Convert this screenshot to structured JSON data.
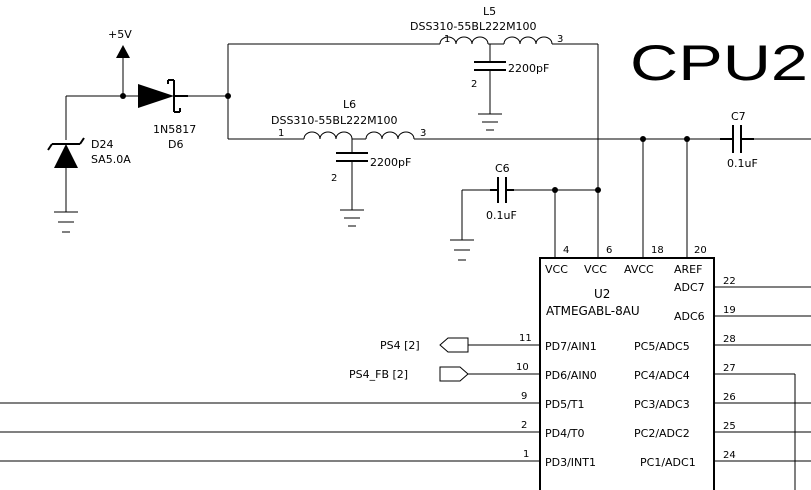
{
  "title": "CPU2",
  "power": {
    "net": "+5V"
  },
  "tvs": {
    "ref": "D24",
    "value": "SA5.0A"
  },
  "diode": {
    "part": "1N5817",
    "ref": "D6"
  },
  "inductors": [
    {
      "ref": "L5",
      "part": "DSS310-55BL222M100",
      "pin1": "1",
      "pin3": "3",
      "cap_value": "2200pF",
      "cap_pin": "2"
    },
    {
      "ref": "L6",
      "part": "DSS310-55BL222M100",
      "pin1": "1",
      "pin3": "3",
      "cap_value": "2200pF",
      "cap_pin": "2"
    }
  ],
  "capacitors": [
    {
      "ref": "C6",
      "value": "0.1uF"
    },
    {
      "ref": "C7",
      "value": "0.1uF"
    }
  ],
  "chip": {
    "ref": "U2",
    "part": "ATMEGABL-8AU",
    "top_pins": [
      {
        "num": "4",
        "name": "VCC"
      },
      {
        "num": "6",
        "name": "VCC"
      },
      {
        "num": "18",
        "name": "AVCC"
      },
      {
        "num": "20",
        "name": "AREF"
      }
    ],
    "left_pins": [
      {
        "num": "11",
        "name": "PD7/AIN1"
      },
      {
        "num": "10",
        "name": "PD6/AIN0"
      },
      {
        "num": "9",
        "name": "PD5/T1"
      },
      {
        "num": "2",
        "name": "PD4/T0"
      },
      {
        "num": "1",
        "name": "PD3/INT1"
      }
    ],
    "right_pins": [
      {
        "num": "22",
        "name": "ADC7"
      },
      {
        "num": "19",
        "name": "ADC6"
      },
      {
        "num": "28",
        "name": "PC5/ADC5"
      },
      {
        "num": "27",
        "name": "PC4/ADC4"
      },
      {
        "num": "26",
        "name": "PC3/ADC3"
      },
      {
        "num": "25",
        "name": "PC2/ADC2"
      },
      {
        "num": "24",
        "name": "PC1/ADC1"
      }
    ]
  },
  "ports": [
    {
      "label": "PS4 [2]"
    },
    {
      "label": "PS4_FB [2]"
    }
  ]
}
